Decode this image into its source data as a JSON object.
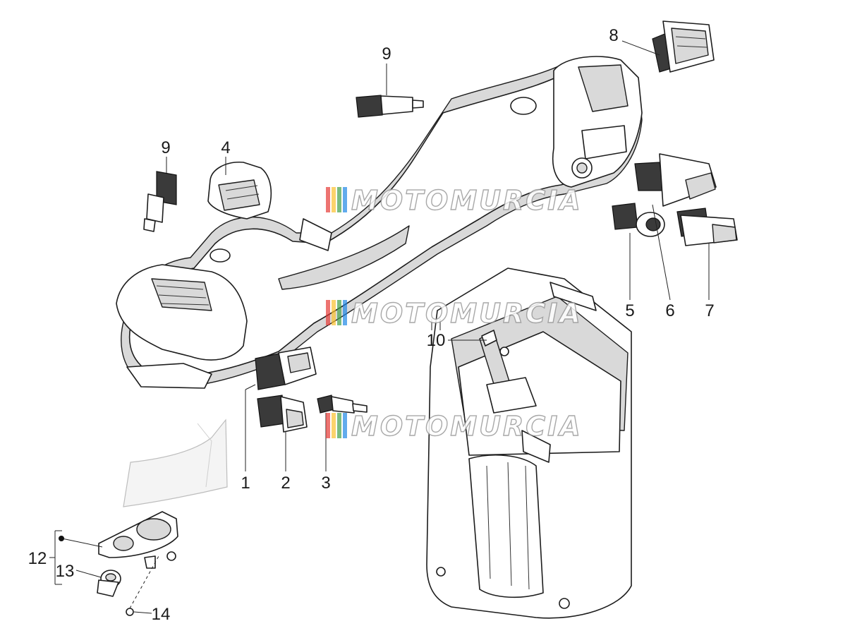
{
  "callouts": {
    "c1": "1",
    "c2": "2",
    "c3": "3",
    "c4": "4",
    "c5": "5",
    "c6": "6",
    "c7": "7",
    "c8": "8",
    "c9a": "9",
    "c9b": "9",
    "c10": "10",
    "c12": "12",
    "c13": "13",
    "c14": "14"
  },
  "watermark": {
    "text": "MOTOMURCIA",
    "colors": [
      "#e53935",
      "#fbc02d",
      "#43a047",
      "#1e88e5"
    ]
  }
}
